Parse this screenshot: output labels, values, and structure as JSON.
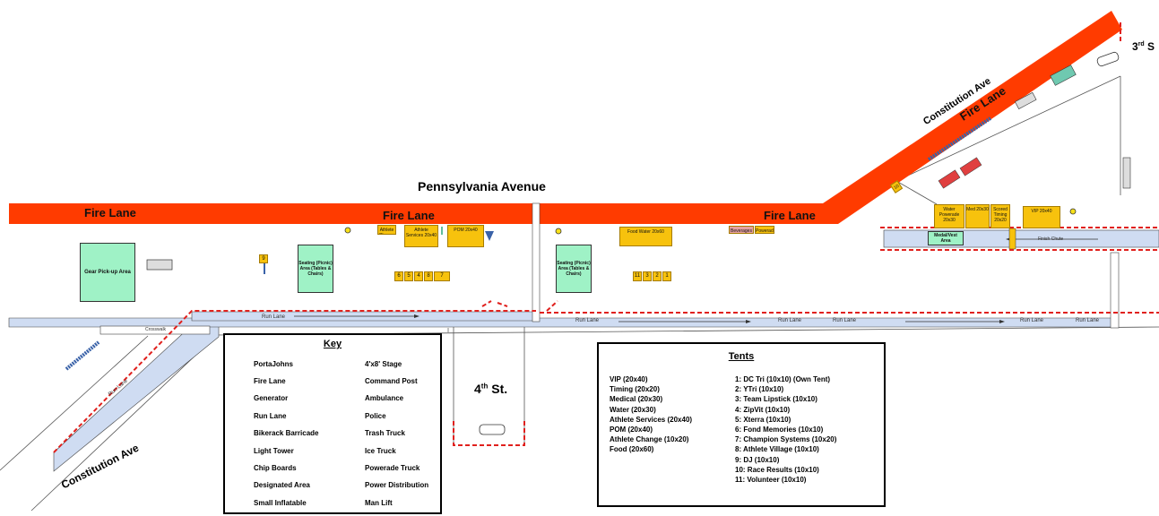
{
  "map": {
    "fire_lane_labels": [
      "Fire Lane",
      "Fire Lane",
      "Fire Lane",
      "Fire Lane"
    ],
    "street_labels": {
      "pennsylvania": "Pennsylvania Avenue",
      "constitution_top": "Constitution Ave",
      "constitution_bottom": "Constitution Ave",
      "fourth": "4",
      "fourth_sup": "th",
      "fourth_suffix": " St.",
      "third": "3",
      "third_sup": "rd",
      "third_suffix": " S"
    },
    "run_lane_labels": [
      "Run Lane",
      "Run Lane",
      "Run Lane",
      "Run Lane",
      "Run Lane",
      "Run Lane",
      "Run Lane"
    ],
    "crosswalk_label": "Crosswalk",
    "finish_chute_label": "Finish Chute",
    "areas": {
      "gear_pickup": "Gear Pick-up Area",
      "seating_left": "Seating (Picnic) Area (Tables & Chairs)",
      "seating_right": "Seating (Picnic) Area (Tables & Chairs)",
      "metal_vest": "Medal/Vest Area"
    },
    "tents": {
      "athlete_change": "Athlete Change",
      "athlete_services": "Athlete Services 20x40",
      "pom": "POM 20x40",
      "food_water": "Food Water 20x60",
      "beverages": "Beverages",
      "powerade_label": "Powerade",
      "water_powerade": "Water Powerade 20x30",
      "med": "Med 20x30",
      "scored_timing": "Scored Timing 20x20",
      "vip": "VIP 20x40",
      "num_group_left": [
        "6",
        "5",
        "4",
        "8",
        "7"
      ],
      "num_group_right": [
        "11",
        "3",
        "2",
        "1"
      ],
      "stage_num": "9",
      "top_num": "10"
    }
  },
  "key": {
    "title": "Key",
    "left_items": [
      "PortaJohns",
      "Fire Lane",
      "Generator",
      "Run Lane",
      "Bikerack Barricade",
      "Light Tower",
      "Chip Boards",
      "Designated Area",
      "Small Inflatable"
    ],
    "right_items": [
      "4'x8' Stage",
      "Command Post",
      "Ambulance",
      "Police",
      "Trash Truck",
      "Ice Truck",
      "Powerade Truck",
      "Power Distribution",
      "Man Lift"
    ]
  },
  "tents_legend": {
    "title": "Tents",
    "left": [
      "VIP (20x40)",
      "Timing (20x20)",
      "Medical (20x30)",
      "Water (20x30)",
      "Athlete Services (20x40)",
      "POM (20x40)",
      "Athlete Change (10x20)",
      "Food (20x60)"
    ],
    "right": [
      "1: DC Tri (10x10) (Own Tent)",
      "2: YTri (10x10)",
      "3: Team Lipstick (10x10)",
      "4: ZipVit (10x10)",
      "5: Xterra (10x10)",
      "6: Fond Memories (10x10)",
      "7: Champion Systems (10x20)",
      "8: Athlete Village (10x10)",
      "9: DJ (10x10)",
      "10: Race Results (10x10)",
      "11: Volunteer (10x10)"
    ]
  },
  "colors": {
    "fire_lane": "#ff3b00",
    "run_lane": "#cfdcf2",
    "designated_area": "#9ff2c6",
    "tent": "#f7c20d",
    "barricade": "#e0201d",
    "powerade_truck": "#e6a0a0"
  }
}
